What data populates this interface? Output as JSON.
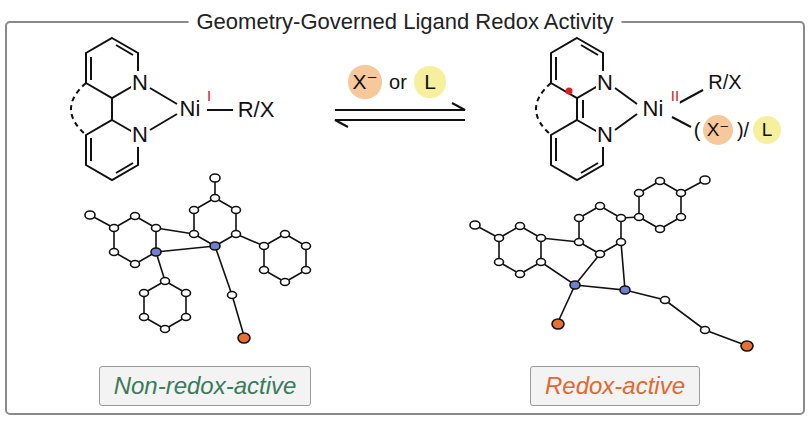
{
  "diagram": {
    "title": "Geometry-Governed Ligand Redox Activity",
    "nodes": [
      {
        "text": [
          "X⁻"
        ]
      },
      {
        "text": [
          "L"
        ]
      },
      {
        "text": [
          "X⁻"
        ]
      },
      {
        "text": [
          "L"
        ]
      },
      {
        "text": [
          "Non-redox-active"
        ]
      },
      {
        "text": [
          "Redox-active"
        ]
      }
    ],
    "labels": [
      "N",
      "N",
      "Ni",
      "I",
      "R/X",
      "or",
      "N",
      "N",
      "Ni",
      "II",
      "R/X",
      "(",
      ")/"
    ]
  }
}
